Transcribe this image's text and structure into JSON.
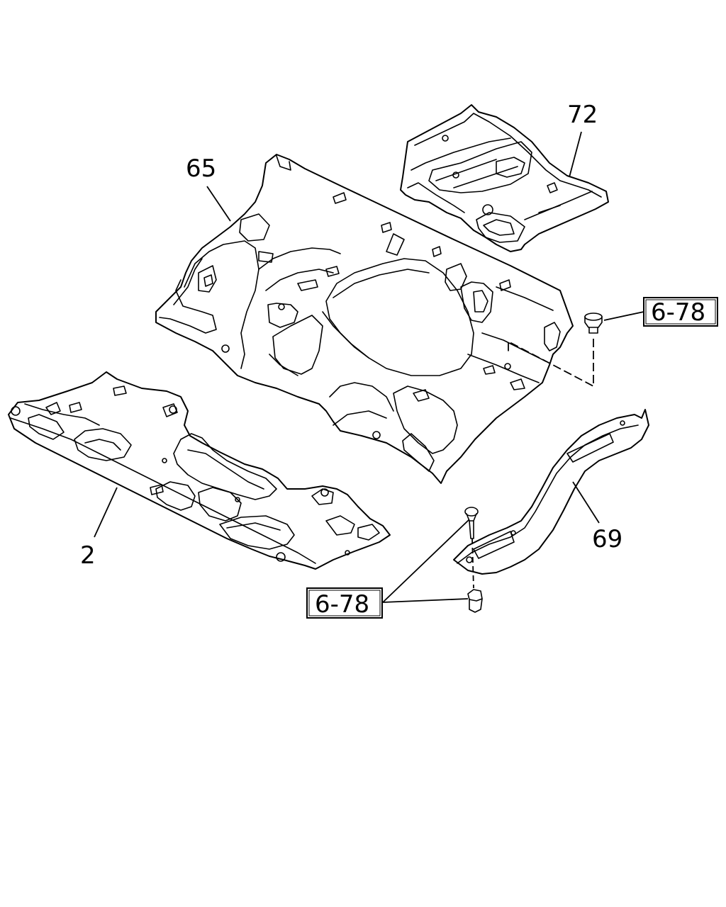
{
  "callouts": {
    "part_65": "65",
    "part_72": "72",
    "part_2": "2",
    "part_69": "69"
  },
  "references": {
    "upper_ref": "6-78",
    "lower_ref": "6-78"
  }
}
